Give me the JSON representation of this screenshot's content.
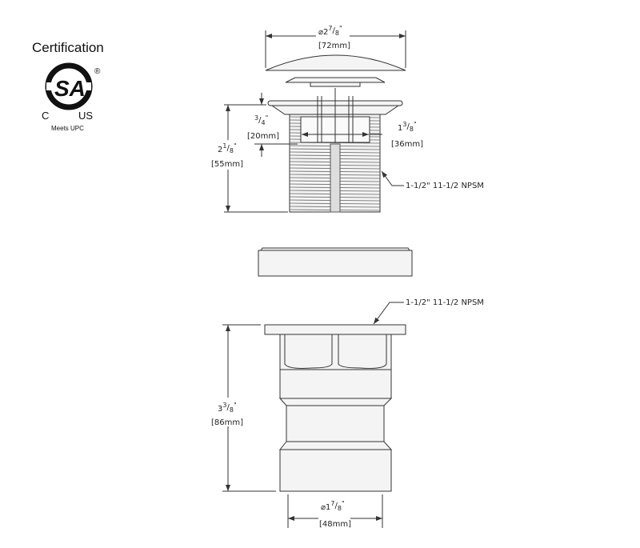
{
  "certification": {
    "title": "Certification",
    "logo_text": "SA",
    "logo_registered": "®",
    "logo_left": "C",
    "logo_right": "US",
    "note": "Meets UPC"
  },
  "top_assembly": {
    "cap_diameter": {
      "symbol": "⌀",
      "whole": "2",
      "num": "7",
      "den": "8",
      "unit": "\"",
      "metric": "[72mm]"
    },
    "height": {
      "whole": "2",
      "num": "1",
      "den": "8",
      "unit": "\"",
      "metric": "[55mm]"
    },
    "opening_height": {
      "num": "3",
      "den": "4",
      "unit": "\"",
      "metric": "[20mm]"
    },
    "opening_width": {
      "whole": "1",
      "num": "3",
      "den": "8",
      "unit": "\"",
      "metric": "[36mm]"
    },
    "thread_label": "1-1/2\" 11-1/2 NPSM"
  },
  "bottom_assembly": {
    "thread_label": "1-1/2\" 11-1/2 NPSM",
    "height": {
      "whole": "3",
      "num": "3",
      "den": "8",
      "unit": "\"",
      "metric": "[86mm]"
    },
    "diameter": {
      "symbol": "⌀",
      "whole": "1",
      "num": "7",
      "den": "8",
      "unit": "\"",
      "metric": "[48mm]"
    }
  }
}
